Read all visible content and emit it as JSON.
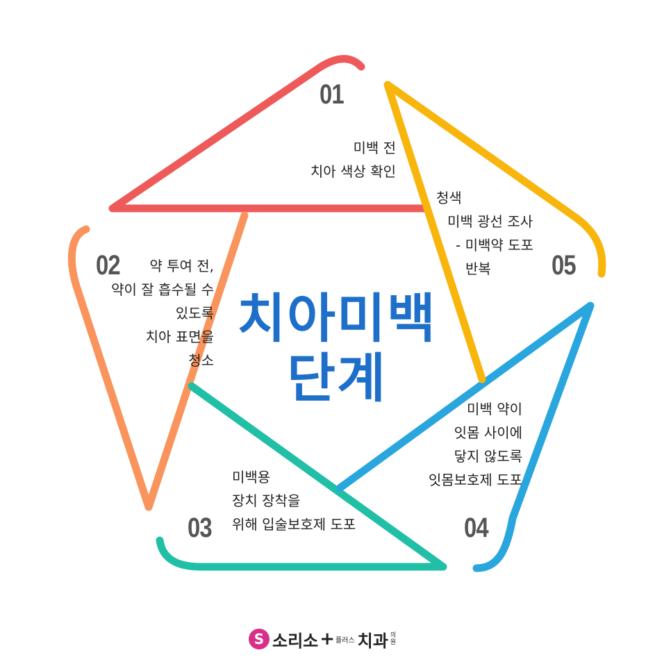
{
  "title": {
    "line1": "치아미백",
    "line2": "단계"
  },
  "colors": {
    "step1": "#ee5a5a",
    "step2": "#f9945c",
    "step3": "#21bfa6",
    "step4": "#2aa6de",
    "step5": "#f8b50c",
    "title": "#1d6fc9"
  },
  "steps": [
    {
      "number": "01",
      "lines": [
        "미백 전",
        "치아 색상 확인"
      ]
    },
    {
      "number": "02",
      "lines": [
        "약 투여 전,",
        "약이 잘 흡수될 수",
        "있도록",
        "치아 표면을",
        "청소"
      ]
    },
    {
      "number": "03",
      "lines": [
        "미백용",
        "장치 장착을",
        "위해 입술보호제 도포"
      ]
    },
    {
      "number": "04",
      "lines": [
        "미백 약이",
        "잇몸 사이에",
        "닿지 않도록",
        "잇몸보호제 도포"
      ]
    },
    {
      "number": "05",
      "lines": [
        "청색",
        "미백 광선 조사",
        "- 미백약 도포",
        "반복"
      ]
    }
  ],
  "logo": {
    "mark": "S",
    "part1": "소리소",
    "cross": "+",
    "small": "플러스",
    "part2": "치과",
    "tiny": "의원"
  }
}
